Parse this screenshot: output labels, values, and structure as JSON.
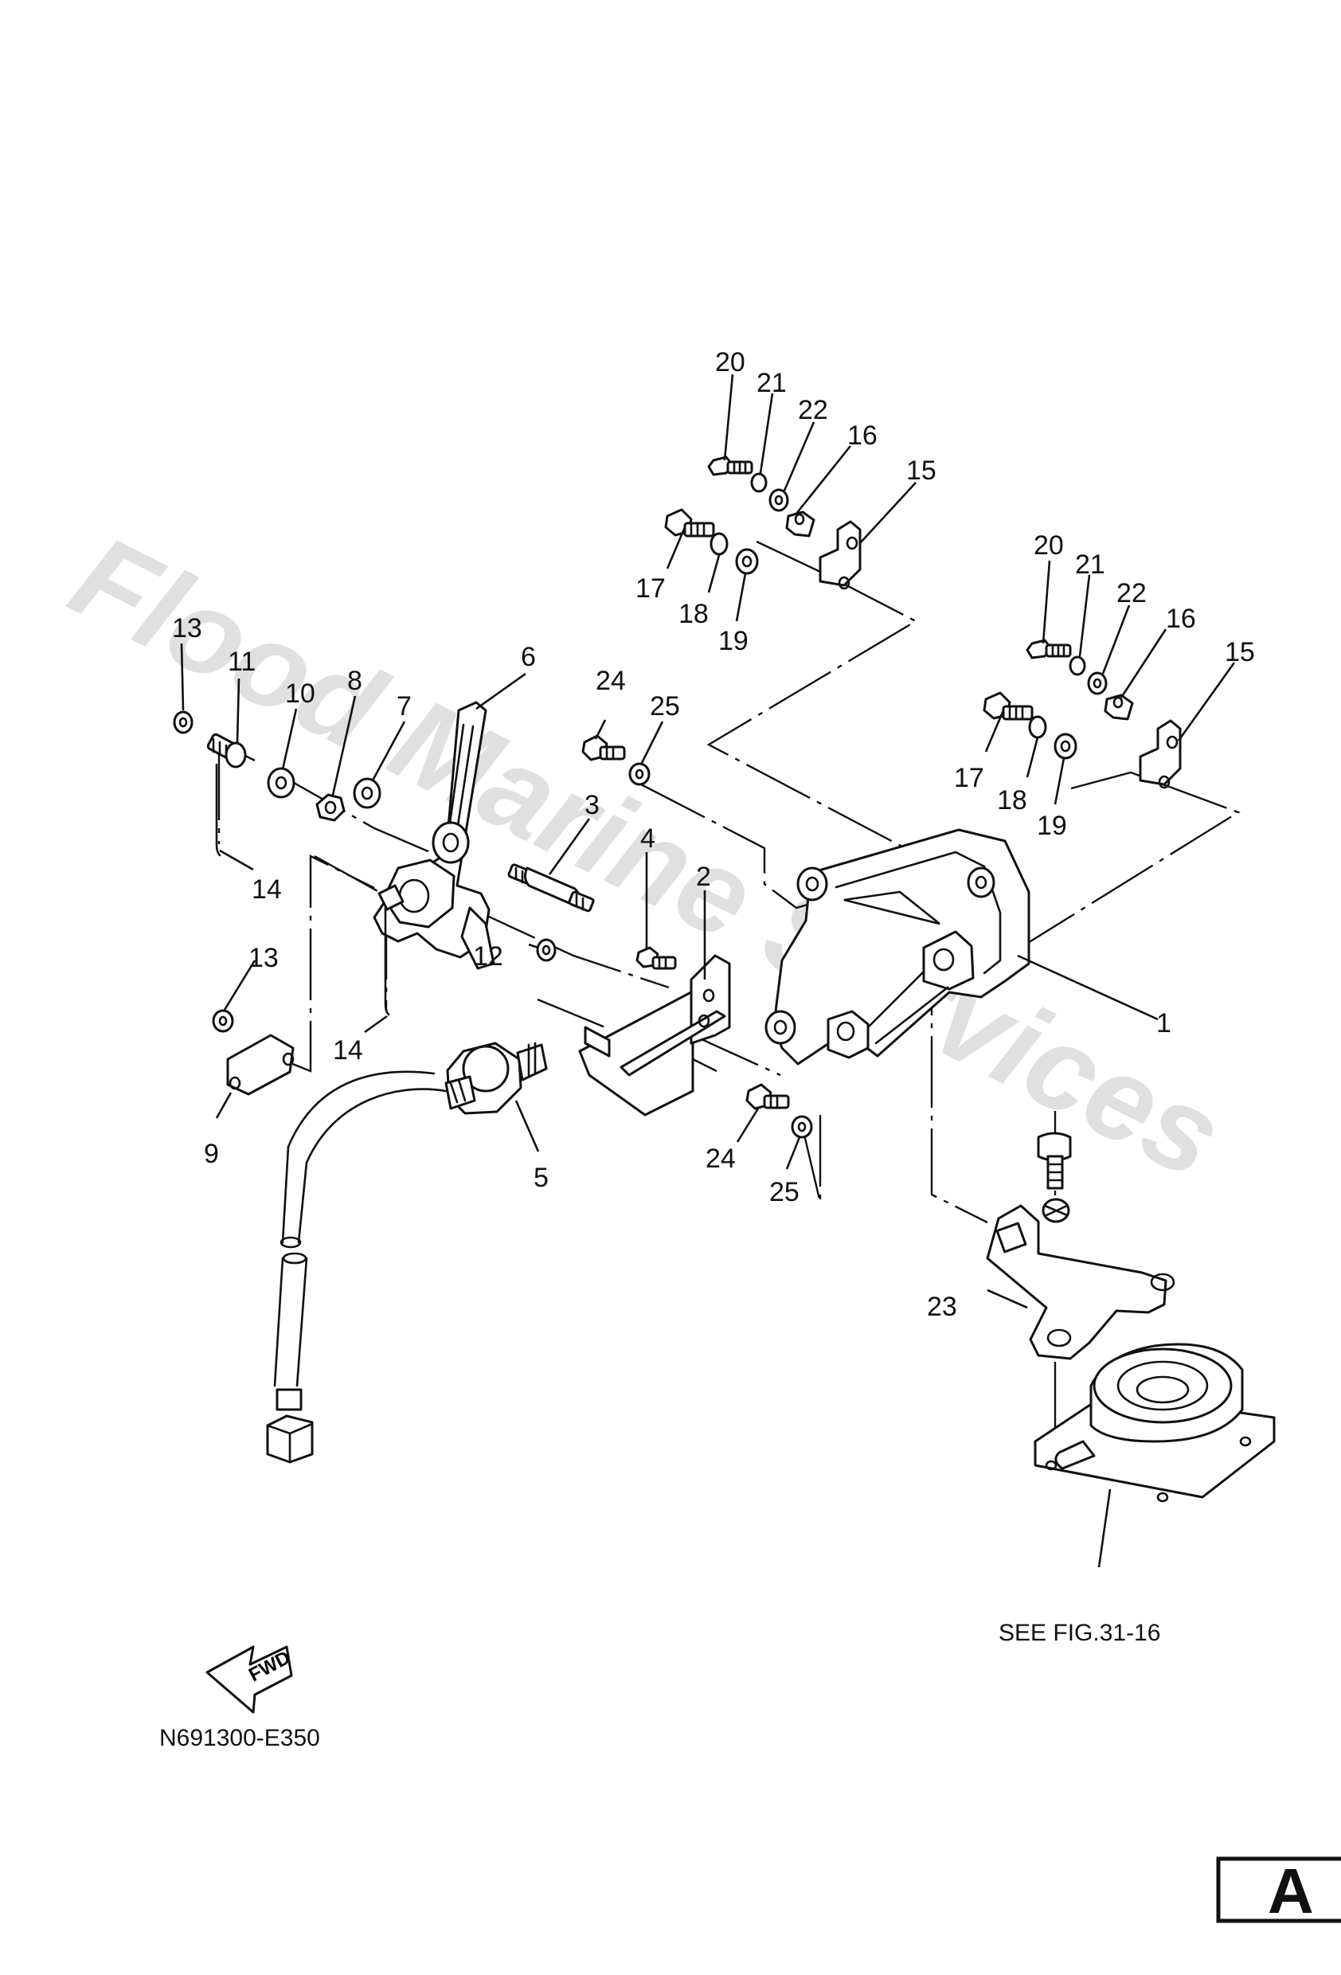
{
  "watermark": "Flood Marine Services",
  "part_numbers": [
    "1",
    "2",
    "3",
    "4",
    "5",
    "6",
    "7",
    "8",
    "9",
    "10",
    "11",
    "12",
    "13",
    "13",
    "14",
    "14",
    "15",
    "15",
    "16",
    "16",
    "17",
    "17",
    "18",
    "18",
    "19",
    "19",
    "20",
    "20",
    "21",
    "21",
    "22",
    "22",
    "23",
    "24",
    "24",
    "25",
    "25"
  ],
  "reference_note": "SEE FIG.31-16",
  "fwd_label": "FWD",
  "figure_code": "N691300-E350",
  "section_letter": "A"
}
